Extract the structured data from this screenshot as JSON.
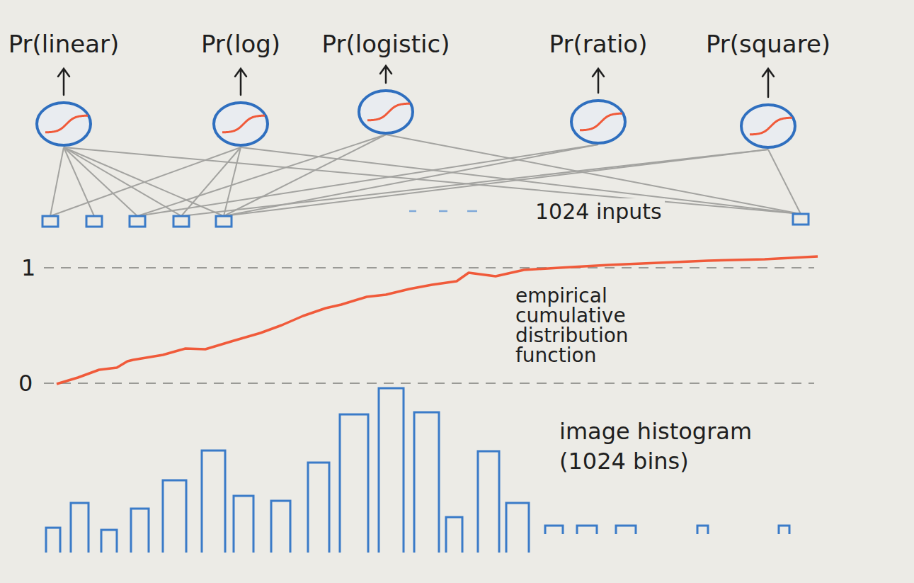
{
  "diagram": {
    "nodes": [
      {
        "text": [
          "Pr(linear)"
        ]
      },
      {
        "text": [
          "Pr(log)"
        ]
      },
      {
        "text": [
          "Pr(logistic)"
        ]
      },
      {
        "text": [
          "Pr(ratio)"
        ]
      },
      {
        "text": [
          "Pr(square)"
        ]
      }
    ],
    "labels": [
      "1024 inputs",
      "1",
      "0",
      "empirical cumulative distribution function",
      "image histogram (1024 bins)"
    ]
  }
}
